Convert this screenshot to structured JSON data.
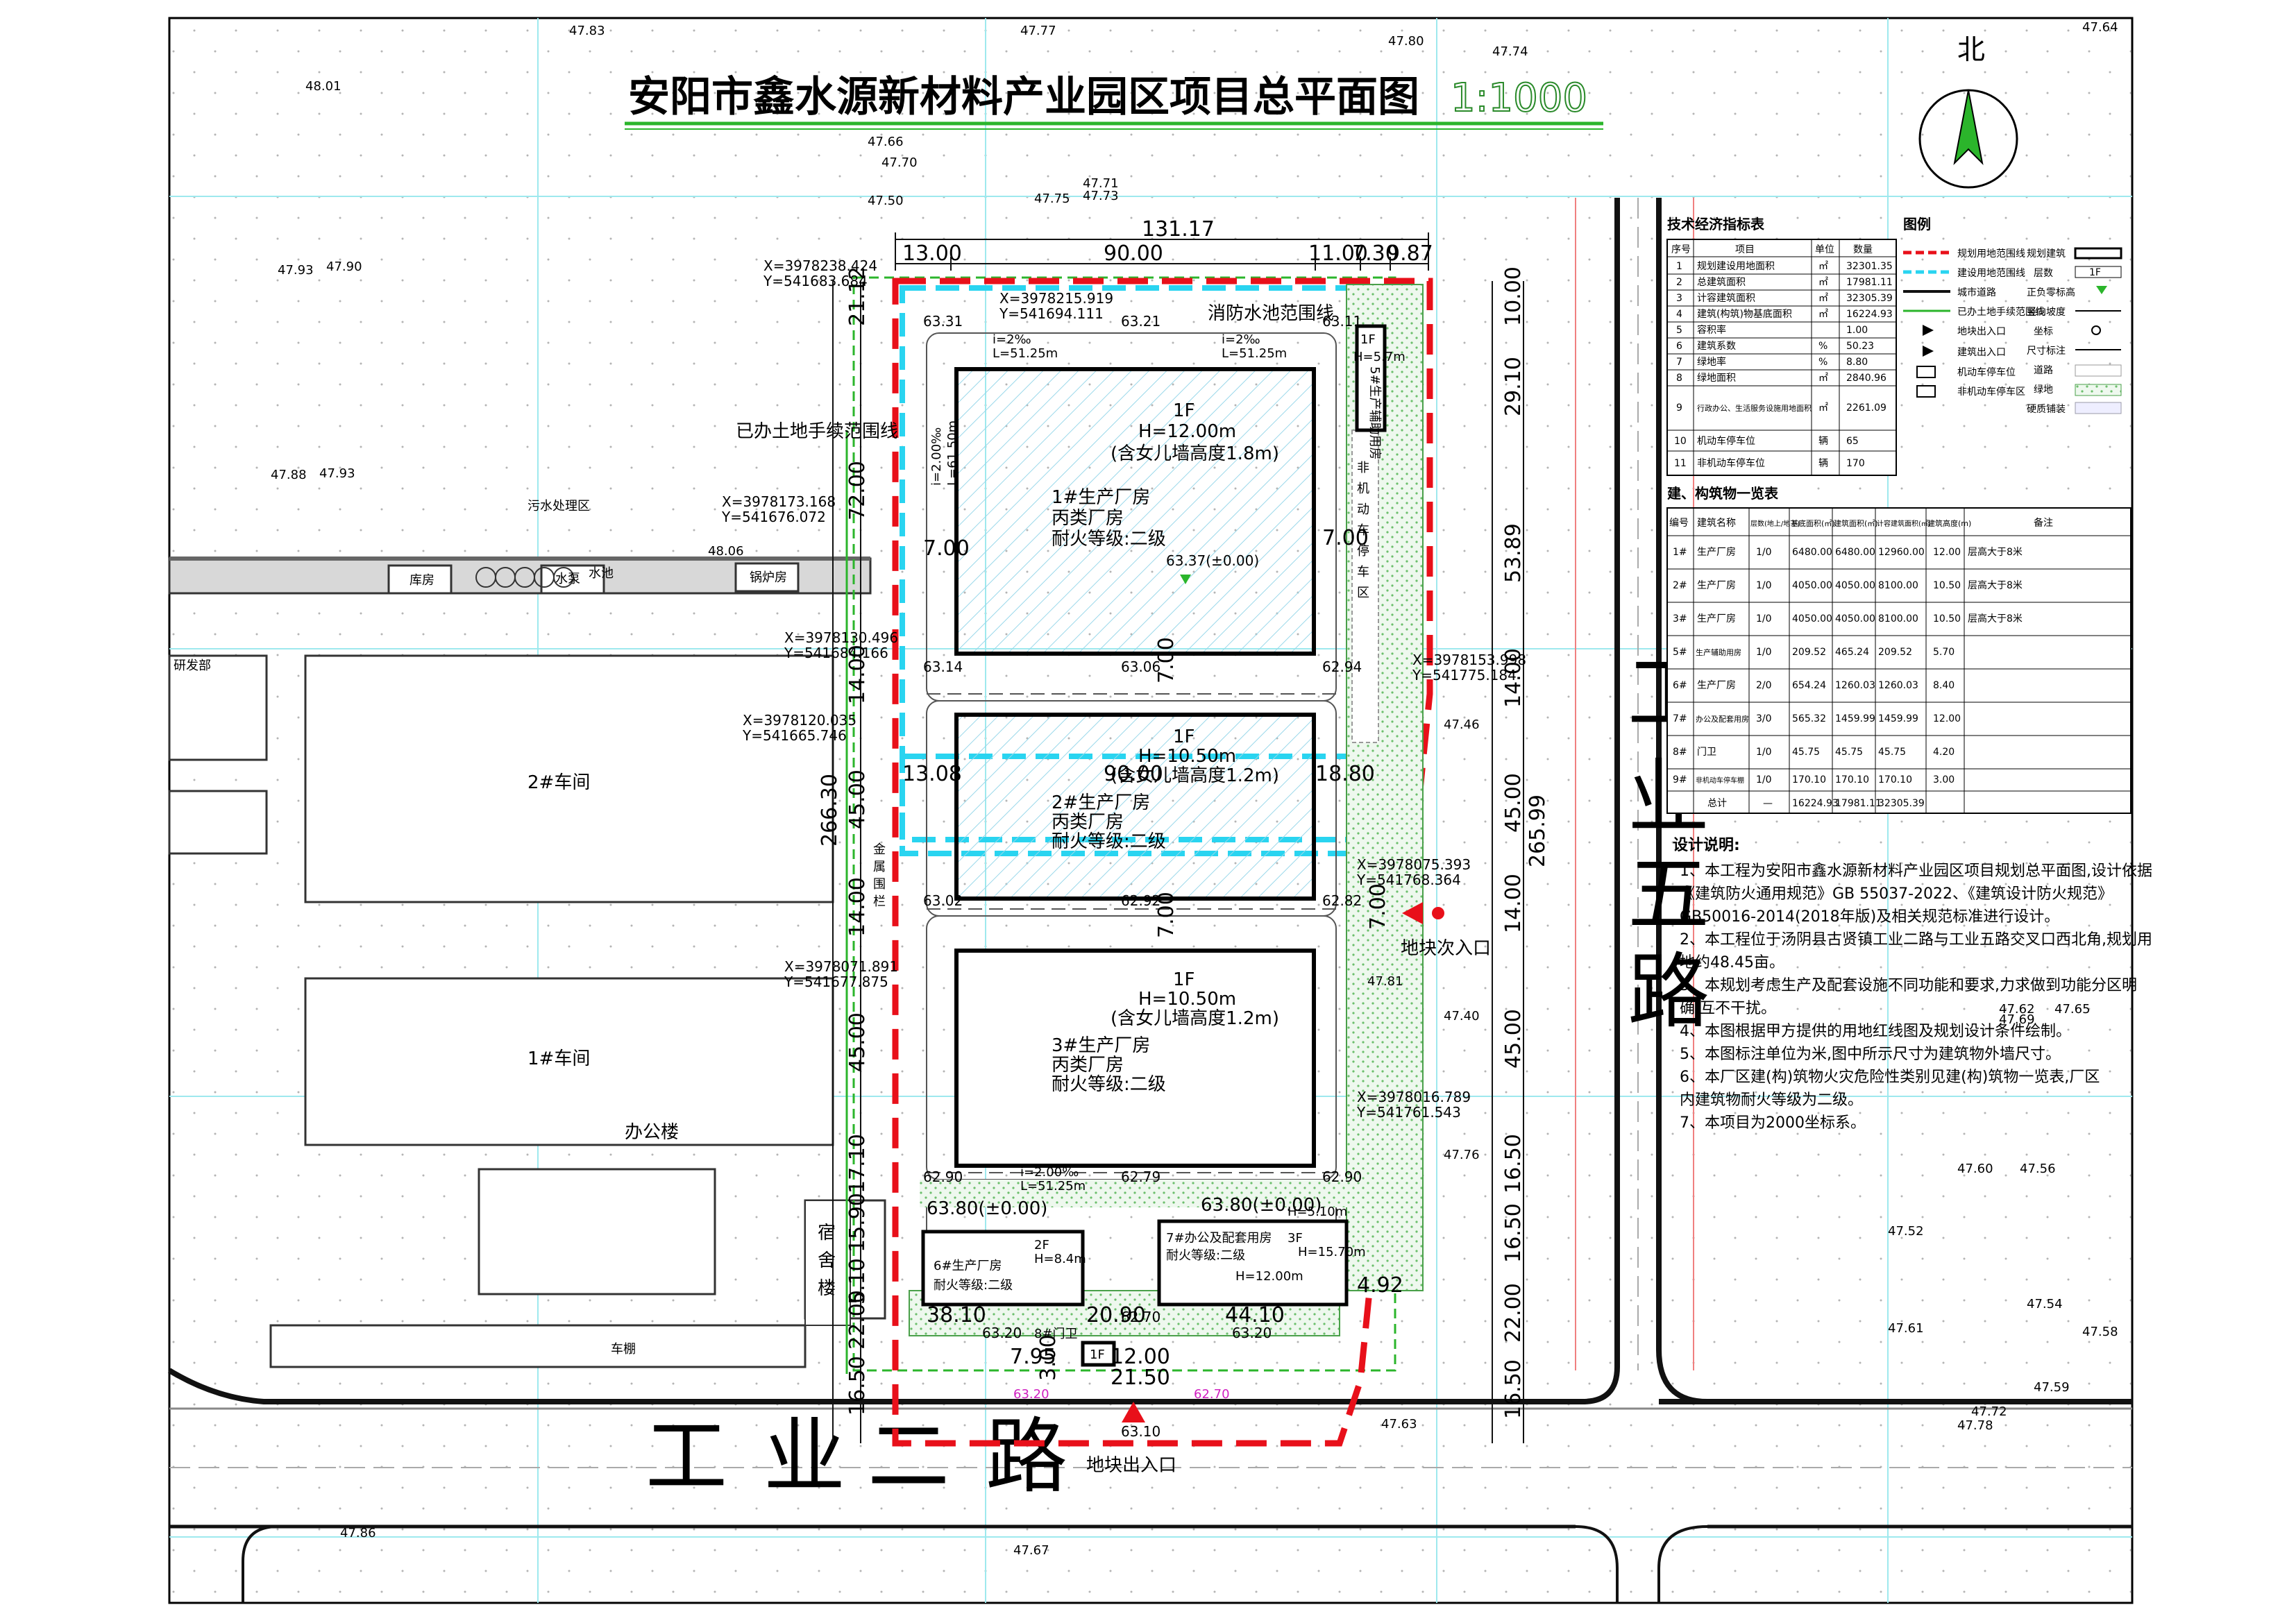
{
  "title": "安阳市鑫水源新材料产业园区项目总平面图",
  "scale": "1:1000",
  "north": "北",
  "roads": {
    "south": [
      "工",
      "业",
      "二",
      "路"
    ],
    "east": [
      "工",
      "业",
      "五",
      "路"
    ]
  },
  "entrances": {
    "main": "地块出入口",
    "secondary": "地块次入口"
  },
  "site_labels": {
    "fire_pool": "消防水池范围线",
    "land_done": "已办土地手续范围线",
    "nonmotor": [
      "非",
      "机",
      "动",
      "车",
      "停",
      "车",
      "区"
    ],
    "dorm": [
      "宿",
      "舍",
      "楼"
    ],
    "metal": [
      "金",
      "属",
      "围",
      "栏"
    ]
  },
  "buildings": {
    "b1": {
      "floors": "1F",
      "height": "H=12.00m",
      "parapet": "(含女儿墙高度1.8m)",
      "name": "1#生产厂房",
      "cls": "丙类厂房",
      "fire": "耐火等级:二级",
      "elev": "63.37(±0.00)"
    },
    "b2": {
      "floors": "1F",
      "height": "H=10.50m",
      "parapet": "(含女儿墙高度1.2m)",
      "name": "2#生产厂房",
      "cls": "丙类厂房",
      "fire": "耐火等级:二级"
    },
    "b3": {
      "floors": "1F",
      "height": "H=10.50m",
      "parapet": "(含女儿墙高度1.2m)",
      "name": "3#生产厂房",
      "cls": "丙类厂房",
      "fire": "耐火等级:二级"
    },
    "b5": {
      "floors": "1F",
      "height": "H=5.7m",
      "name": "5#生产辅助用房"
    },
    "b6": {
      "floors": "2F",
      "height": "H=8.4m",
      "name": "6#生产厂房",
      "fire": "耐火等级:二级",
      "elev": "63.80(±0.00)"
    },
    "b7": {
      "floors": "3F",
      "height": "H=15.70m",
      "name": "7#办公及配套用房",
      "fire": "耐火等级:二级",
      "elev": "63.80(±0.00)",
      "h2": "H=12.00m",
      "h3": "H=5.10m"
    },
    "b8": {
      "floors": "1F",
      "name": "8#门卫"
    }
  },
  "neighbor_labels": {
    "w2": "2#车间",
    "w1": "1#车间",
    "office": "办公楼",
    "storage": "库房",
    "boiler": "锅炉房",
    "water": "水泵",
    "research": "研发部",
    "shed": "车棚",
    "sewage": "污水处理区",
    "tower": "水池"
  },
  "dimensions": {
    "top_total": "131.17",
    "top_a": "13.00",
    "top_b": "90.00",
    "top_c": "11.00",
    "top_d": "7.30",
    "top_e": "9.87",
    "mid_a": "13.08",
    "mid_b": "90.00",
    "mid_c": "18.80",
    "bot_a": "38.10",
    "bot_b": "20.90",
    "bot_c": "44.10",
    "bot_d": "4.92",
    "bot_e": "7.95",
    "bot_f": "12.00",
    "bot_g": "21.50",
    "bot_h": "3.00",
    "left": [
      "21.12",
      "72.00",
      "14.00",
      "45.00",
      "14.00",
      "45.00",
      "17.10",
      "15.90",
      "5.10",
      "22.00",
      "16.50"
    ],
    "left_total": "266.30",
    "right": [
      "10.00",
      "29.10",
      "53.89",
      "14.00",
      "45.00",
      "14.00",
      "45.00",
      "16.50",
      "16.50",
      "22.00",
      "16.50"
    ],
    "right_total": "265.99",
    "gap1": "7.00",
    "gap2": "7.00",
    "gap3": "7.00",
    "gap4": "7.00",
    "road7": "7.00"
  },
  "coords": [
    {
      "x": "X=3978238.424",
      "y": "Y=541683.684"
    },
    {
      "x": "X=3978215.919",
      "y": "Y=541694.111"
    },
    {
      "x": "X=3978173.168",
      "y": "Y=541676.072"
    },
    {
      "x": "X=3978130.496",
      "y": "Y=541684.166"
    },
    {
      "x": "X=3978120.035",
      "y": "Y=541665.746"
    },
    {
      "x": "X=3978071.891",
      "y": "Y=541677.875"
    },
    {
      "x": "X=3978153.998",
      "y": "Y=541775.184"
    },
    {
      "x": "X=3978075.393",
      "y": "Y=541768.364"
    },
    {
      "x": "X=3978016.789",
      "y": "Y=541761.543"
    }
  ],
  "elevations": [
    "63.31",
    "63.21",
    "63.11",
    "63.14",
    "63.06",
    "62.94",
    "63.02",
    "62.92",
    "62.82",
    "62.90",
    "62.79",
    "62.90",
    "63.20",
    "62.70",
    "63.20",
    "63.10"
  ],
  "slopes": {
    "s1": "i=2‰",
    "s2": "L=51.25m",
    "s3": "i=2.00‰",
    "s4": "L=61.50m"
  },
  "tech_table": {
    "title": "技术经济指标表",
    "headers": [
      "序号",
      "项目",
      "单位",
      "数量"
    ],
    "rows": [
      [
        "1",
        "规划建设用地面积",
        "㎡",
        "32301.35"
      ],
      [
        "2",
        "总建筑面积",
        "㎡",
        "17981.11"
      ],
      [
        "3",
        "计容建筑面积",
        "㎡",
        "32305.39"
      ],
      [
        "4",
        "建筑(构筑)物基底面积",
        "㎡",
        "16224.93"
      ],
      [
        "5",
        "容积率",
        "",
        "1.00"
      ],
      [
        "6",
        "建筑系数",
        "%",
        "50.23"
      ],
      [
        "7",
        "绿地率",
        "%",
        "8.80"
      ],
      [
        "8",
        "绿地面积",
        "㎡",
        "2840.96"
      ],
      [
        "9",
        "行政办公、生活服务设施用地面积",
        "㎡",
        "2261.09"
      ],
      [
        "10",
        "机动车停车位",
        "辆",
        "65"
      ],
      [
        "11",
        "非机动车停车位",
        "辆",
        "170"
      ]
    ]
  },
  "legend": {
    "title": "图例",
    "items": [
      "规划用地范围线",
      "建设用地范围线",
      "城市道路",
      "已办土地手续范围线",
      "地块出入口",
      "建筑出入口",
      "机动车停车位",
      "非机动车停车区",
      "规划建筑",
      "层数",
      "正负零标高",
      "竖向坡度",
      "坐标",
      "尺寸标注",
      "道路",
      "绿地",
      "硬质铺装"
    ],
    "floor_sample": "1F"
  },
  "bld_table": {
    "title": "建、构筑物一览表",
    "headers": [
      "编号",
      "建筑名称",
      "层数(地上/地下)",
      "基底面积(㎡)",
      "建筑面积(㎡)",
      "计容建筑面积(㎡)",
      "建筑高度(m)",
      "备注"
    ],
    "rows": [
      [
        "1#",
        "生产厂房",
        "1/0",
        "6480.00",
        "6480.00",
        "12960.00",
        "12.00",
        "层高大于8米"
      ],
      [
        "2#",
        "生产厂房",
        "1/0",
        "4050.00",
        "4050.00",
        "8100.00",
        "10.50",
        "层高大于8米"
      ],
      [
        "3#",
        "生产厂房",
        "1/0",
        "4050.00",
        "4050.00",
        "8100.00",
        "10.50",
        "层高大于8米"
      ],
      [
        "5#",
        "生产辅助用房",
        "1/0",
        "209.52",
        "465.24",
        "209.52",
        "5.70",
        ""
      ],
      [
        "6#",
        "生产厂房",
        "2/0",
        "654.24",
        "1260.03",
        "1260.03",
        "8.40",
        ""
      ],
      [
        "7#",
        "办公及配套用房",
        "3/0",
        "565.32",
        "1459.99",
        "1459.99",
        "12.00",
        ""
      ],
      [
        "8#",
        "门卫",
        "1/0",
        "45.75",
        "45.75",
        "45.75",
        "4.20",
        ""
      ],
      [
        "9#",
        "非机动车停车棚",
        "1/0",
        "170.10",
        "170.10",
        "170.10",
        "3.00",
        ""
      ],
      [
        "",
        "总计",
        "—",
        "16224.93",
        "17981.11",
        "32305.39",
        "",
        ""
      ]
    ]
  },
  "notes": {
    "title": "设计说明:",
    "lines": [
      "1、本工程为安阳市鑫水源新材料产业园区项目规划总平面图,设计依据",
      "《建筑防火通用规范》GB 55037-2022、《建筑设计防火规范》",
      "GB50016-2014(2018年版)及相关规范标准进行设计。",
      "2、本工程位于汤阴县古贤镇工业二路与工业五路交叉口西北角,规划用",
      "地约48.45亩。",
      "3、本规划考虑生产及配套设施不同功能和要求,力求做到功能分区明",
      "确,互不干扰。",
      "4、本图根据甲方提供的用地红线图及规划设计条件绘制。",
      "5、本图标注单位为米,图中所示尺寸为建筑物外墙尺寸。",
      "6、本厂区建(构)筑物火灾危险性类别见建(构)筑物一览表,厂区",
      "内建筑物耐火等级为二级。",
      "7、本项目为2000坐标系。"
    ]
  },
  "spot_heights": [
    "47.83",
    "47.77",
    "47.80",
    "47.74",
    "47.66",
    "47.70",
    "47.93",
    "47.90",
    "47.88",
    "47.93",
    "47.73",
    "47.75",
    "47.71",
    "47.50",
    "47.64",
    "47.62",
    "47.65",
    "47.60",
    "47.56",
    "47.58",
    "47.52",
    "47.61",
    "47.72",
    "47.78",
    "47.86",
    "47.67",
    "48.01",
    "48.06",
    "47.54",
    "47.69",
    "47.59",
    "47.81",
    "47.76",
    "47.46",
    "47.40",
    "47.63"
  ],
  "colors": {
    "red_line": "#e8101a",
    "cyan_line": "#29d4f0",
    "green": "#2bb52b",
    "road": "#111111",
    "grid": "#9ee9ee",
    "pink": "#d020c0"
  }
}
